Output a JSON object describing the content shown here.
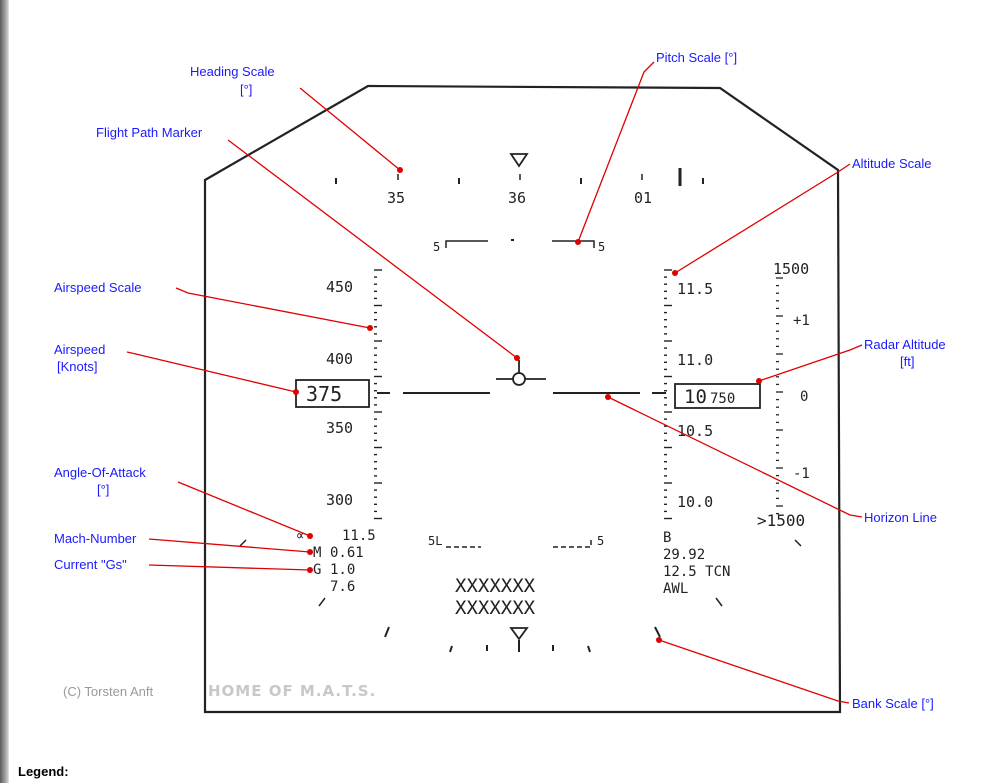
{
  "hud": {
    "heading": {
      "left": "35",
      "center": "36",
      "right": "01"
    },
    "pitch": {
      "left": "5",
      "right": "5"
    },
    "pitch_lower": {
      "left": "5L",
      "right": "5"
    },
    "airspeed": {
      "ticks": [
        "450",
        "400",
        "350",
        "300"
      ],
      "value": "375"
    },
    "altitude": {
      "ticks": [
        "11.5",
        "11.0",
        "10.5",
        "10.0"
      ],
      "value_main": "10",
      "value_sub": "750"
    },
    "radar_altitude": {
      "top": "1500",
      "plus": "+1",
      "zero": "0",
      "minus": "-1",
      "bottom": ">1500"
    },
    "left_data": {
      "aoa_symbol": "∝",
      "aoa": "11.5",
      "mach_symbol": "M",
      "mach": "0.61",
      "g_symbol": "G",
      "g": "1.0",
      "extra": "7.6"
    },
    "right_data": {
      "line1": "B",
      "line2": "29.92",
      "line3": "12.5 TCN",
      "line4": "AWL"
    },
    "xx_row1": "XXXXXXX",
    "xx_row2": "XXXXXXX"
  },
  "labels": {
    "heading_scale": "Heading Scale",
    "heading_scale_unit": "[°]",
    "pitch_scale": "Pitch Scale  [°]",
    "flight_path_marker": "Flight Path Marker",
    "altitude_scale": "Altitude Scale",
    "airspeed_scale": "Airspeed Scale",
    "airspeed": "Airspeed",
    "airspeed_unit": "[Knots]",
    "radar_altitude": "Radar Altitude",
    "radar_altitude_unit": "[ft]",
    "horizon_line": "Horizon Line",
    "angle_of_attack": "Angle-Of-Attack",
    "angle_of_attack_unit": "[°]",
    "mach_number": "Mach-Number",
    "current_gs": "Current \"Gs\"",
    "bank_scale": "Bank Scale [°]"
  },
  "copyright": "(C) Torsten Anft",
  "watermark": "HOME OF M.A.T.S.",
  "legend": "Legend:"
}
